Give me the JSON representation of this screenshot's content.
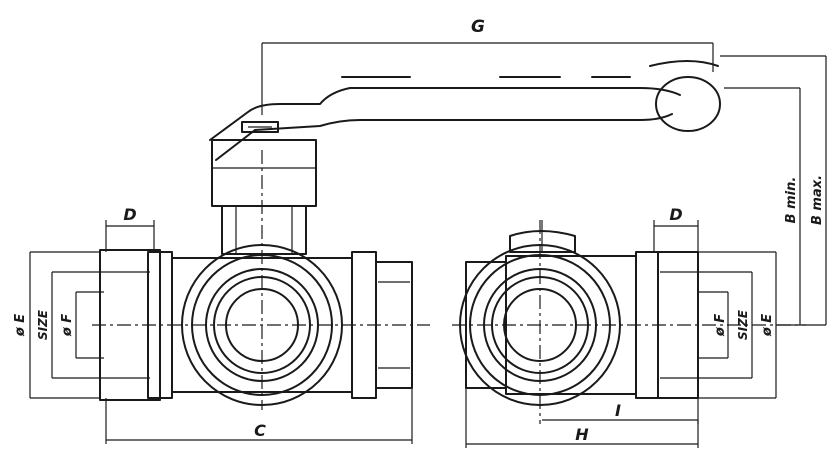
{
  "labels": {
    "g": "G",
    "c": "C",
    "h": "H",
    "i": "I",
    "d_left": "D",
    "d_right": "D",
    "e_left": "ø E",
    "size_left": "SIZE",
    "f_left": "ø F",
    "f_right": "ø F",
    "size_right": "SIZE",
    "e_right": "ø E",
    "b_min": "B min.",
    "b_max": "B max."
  },
  "colors": {
    "line": "#1a1a1a",
    "background": "#ffffff"
  }
}
